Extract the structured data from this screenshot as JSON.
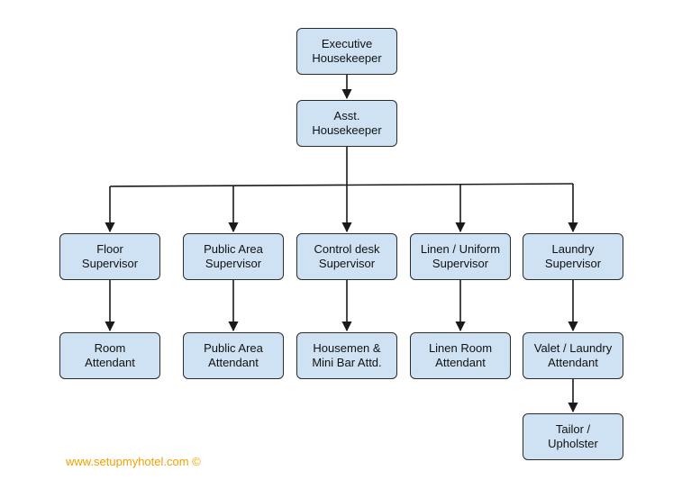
{
  "nodes": {
    "exec": [
      "Executive",
      "Housekeeper"
    ],
    "asst": [
      "Asst.",
      "Housekeeper"
    ],
    "floor": [
      "Floor",
      "Supervisor"
    ],
    "public": [
      "Public Area",
      "Supervisor"
    ],
    "ctrl": [
      "Control desk",
      "Supervisor"
    ],
    "linen": [
      "Linen / Uniform",
      "Supervisor"
    ],
    "laund": [
      "Laundry",
      "Supervisor"
    ],
    "room": [
      "Room",
      "Attendant"
    ],
    "paatt": [
      "Public Area",
      "Attendant"
    ],
    "house": [
      "Housemen &",
      "Mini Bar Attd."
    ],
    "lrattd": [
      "Linen Room",
      "Attendant"
    ],
    "valet": [
      "Valet / Laundry",
      "Attendant"
    ],
    "tailor": [
      "Tailor /",
      "Upholster"
    ]
  },
  "watermark": "www.setupmyhotel.com ©",
  "colors": {
    "node_fill": "#cfe2f3",
    "node_border": "#2b2b2b",
    "connector": "#1a1a1a",
    "watermark": "#f4a000"
  }
}
